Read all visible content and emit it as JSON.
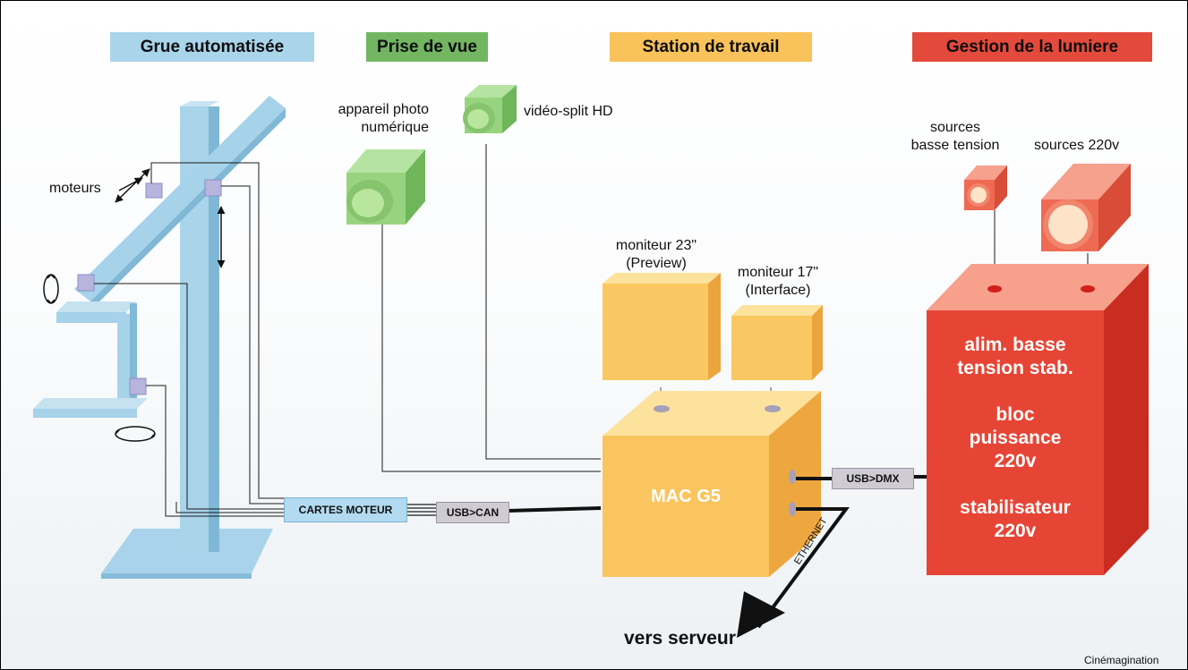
{
  "headers": {
    "grue": "Grue automatisée",
    "prise": "Prise de vue",
    "station": "Station de travail",
    "lumiere": "Gestion de la lumiere"
  },
  "colors": {
    "grue": "#a9d4ea",
    "prise": "#72b662",
    "station": "#f9c25a",
    "lumiere": "#e44a3c"
  },
  "labels": {
    "moteurs": "moteurs",
    "appareil_line1": "appareil photo",
    "appareil_line2": "numérique",
    "video_split": "vidéo-split HD",
    "sources_bt_line1": "sources",
    "sources_bt_line2": "basse tension",
    "sources_220": "sources 220v",
    "moniteur23_line1": "moniteur 23\"",
    "moniteur23_line2": "(Preview)",
    "moniteur17_line1": "moniteur 17\"",
    "moniteur17_line2": "(Interface)",
    "vers_serveur": "vers serveur",
    "ethernet": "ETHERNET",
    "credit": "Cinémagination"
  },
  "blocks": {
    "mac": "MAC G5",
    "lum_line1": "alim. basse",
    "lum_line2": "tension stab.",
    "lum_line3": "bloc",
    "lum_line4": "puissance",
    "lum_line5": "220v",
    "lum_line6": "stabilisateur",
    "lum_line7": "220v"
  },
  "connectors": {
    "cartes_moteur": "CARTES MOTEUR",
    "usb_can": "USB>CAN",
    "usb_dmx": "USB>DMX"
  }
}
